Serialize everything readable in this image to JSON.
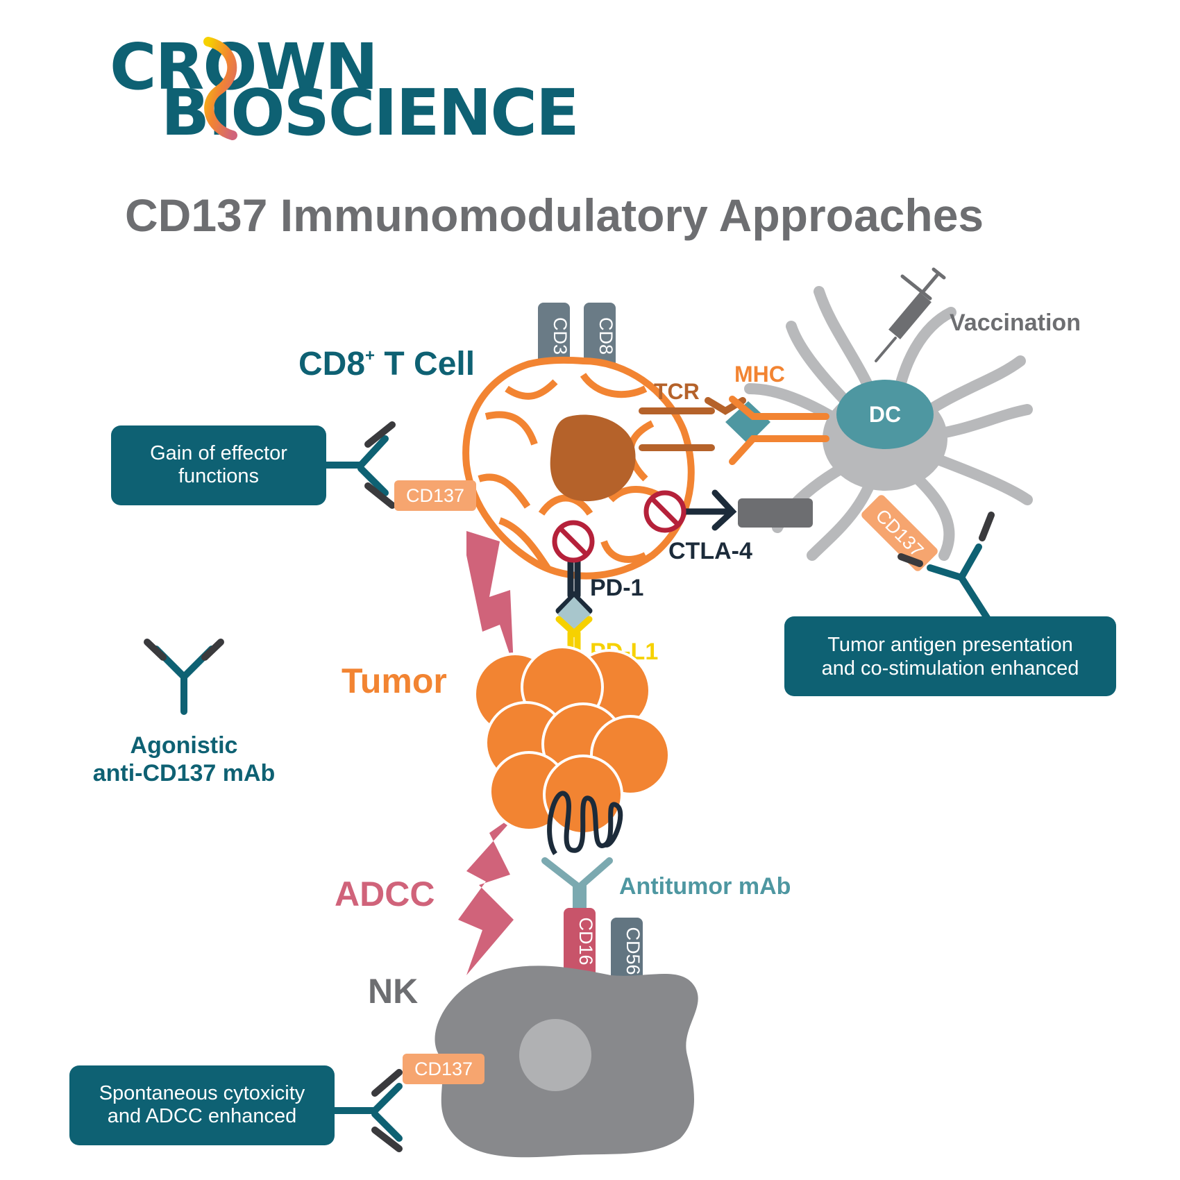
{
  "logo": {
    "line1": "CROWN",
    "line2": "BIOSCIENCE"
  },
  "title": "CD137 Immunomodulatory Approaches",
  "labels": {
    "tcell": "CD8",
    "tcell_sup": "+",
    "tcell_rest": " T Cell",
    "cd3": "CD3",
    "cd8": "CD8",
    "tcr": "TCR",
    "mhc": "MHC",
    "dc": "DC",
    "vaccination": "Vaccination",
    "ctla4": "CTLA-4",
    "pd1": "PD-1",
    "pdl1": "PD-L1",
    "tumor": "Tumor",
    "adcc": "ADCC",
    "nk": "NK",
    "cd16": "CD16",
    "cd56": "CD56",
    "antitumor_mab": "Antitumor mAb",
    "agonistic_line1": "Agonistic",
    "agonistic_line2": "anti-CD137 mAb",
    "cd137_tcell": "CD137",
    "cd137_dc": "CD137",
    "cd137_nk": "CD137"
  },
  "boxes": {
    "effector_line1": "Gain of effector",
    "effector_line2": "functions",
    "antigen_line1": "Tumor antigen presentation",
    "antigen_line2": "and co-stimulation enhanced",
    "nk_line1": "Spontaneous cytoxicity",
    "nk_line2": "and ADCC enhanced"
  },
  "colors": {
    "teal_dark": "#0e6173",
    "teal_mid": "#4e97a1",
    "orange": "#f28432",
    "orange_dark": "#b5622a",
    "grey": "#6d6e71",
    "grey_light": "#b8b9bb",
    "pink": "#d0637a",
    "peach": "#f6a56f",
    "yellow": "#f6d100",
    "navy": "#1c2b3a",
    "red": "#b5213a"
  }
}
